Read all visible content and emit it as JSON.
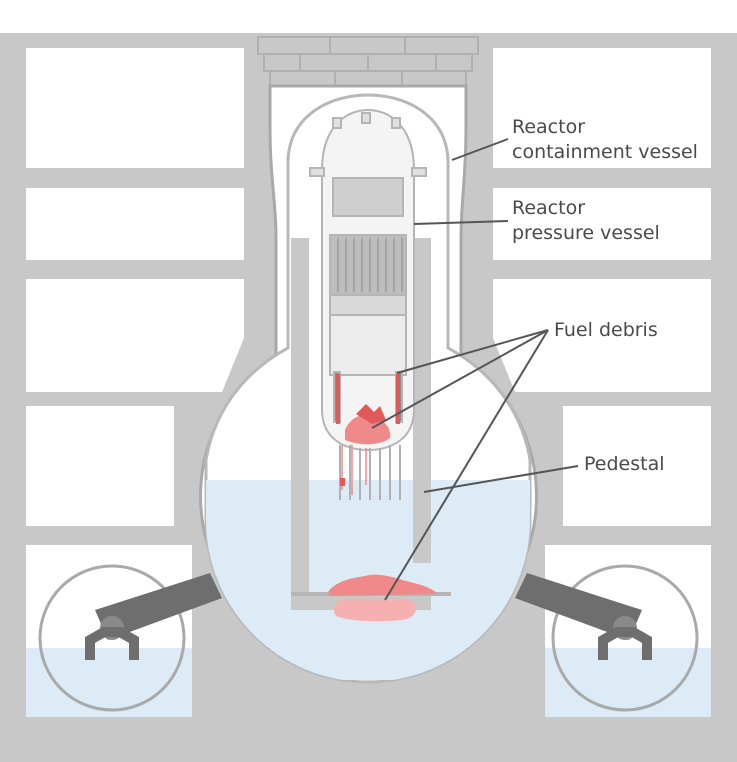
{
  "labels": {
    "containment_line1": "Reactor",
    "containment_line2": "containment vessel",
    "pressure_line1": "Reactor",
    "pressure_line2": "pressure vessel",
    "fuel_debris": "Fuel debris",
    "pedestal": "Pedestal"
  },
  "colors": {
    "concrete": "#c8c8c8",
    "concrete_outline": "#a9a9a9",
    "room": "#ffffff",
    "water": "#dcebf5",
    "vessel_fill": "#f4f4f4",
    "vessel_outline": "#b5b5b5",
    "fuel_debris": "#f08a8a",
    "fuel_debris_dark": "#e05a5a",
    "robot_arm": "#6e6e6e",
    "leader_line": "#555555"
  }
}
